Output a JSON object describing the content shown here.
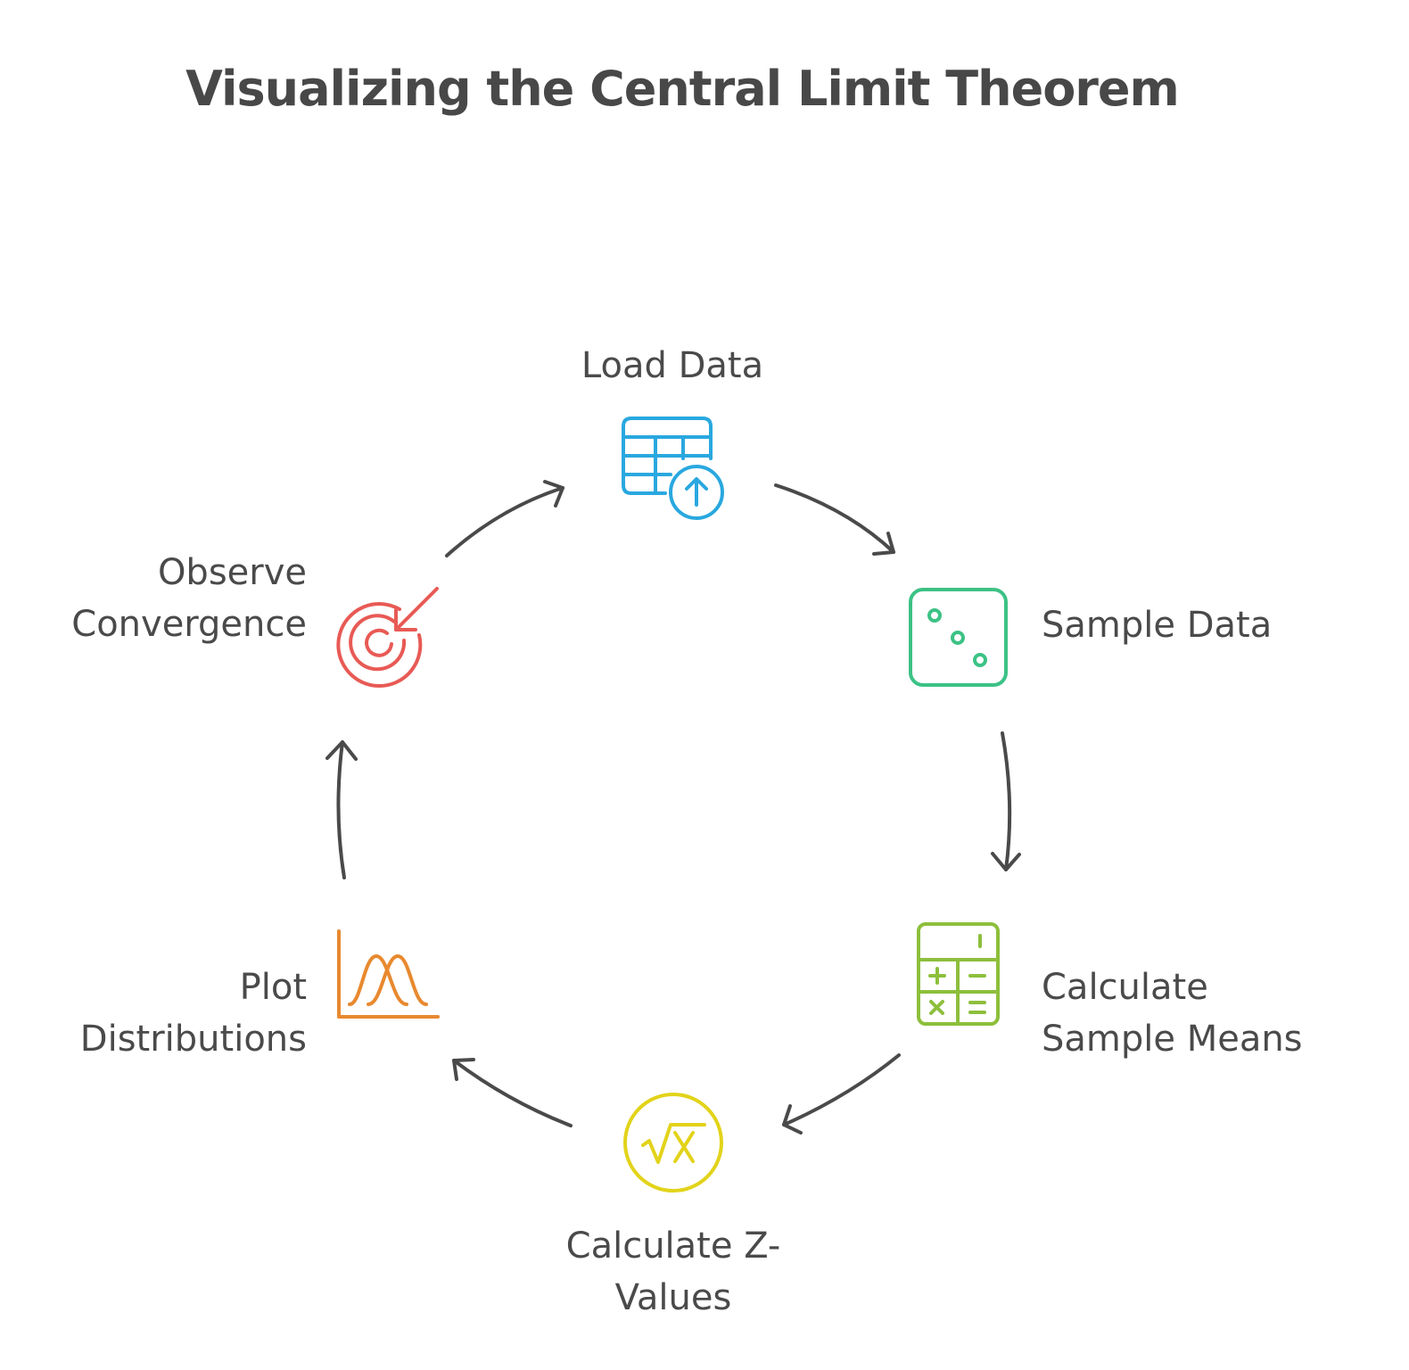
{
  "title": "Visualizing the Central Limit Theorem",
  "steps": [
    {
      "id": "load",
      "lines": [
        "Load Data"
      ],
      "icon": "table-upload-icon",
      "color": "#29a8df"
    },
    {
      "id": "sample",
      "lines": [
        "Sample Data"
      ],
      "icon": "dice-icon",
      "color": "#3cc285"
    },
    {
      "id": "means",
      "lines": [
        "Calculate",
        "Sample Means"
      ],
      "icon": "calculator-icon",
      "color": "#8dbf3c"
    },
    {
      "id": "zvalues",
      "lines": [
        "Calculate Z-",
        "Values"
      ],
      "icon": "square-root-icon",
      "color": "#e2d31a"
    },
    {
      "id": "plot",
      "lines": [
        "Plot",
        "Distributions"
      ],
      "icon": "bell-curves-icon",
      "color": "#e8892f"
    },
    {
      "id": "observe",
      "lines": [
        "Observe",
        "Convergence"
      ],
      "icon": "target-icon",
      "color": "#e85a55"
    }
  ],
  "arrow_color": "#4a4a4a"
}
